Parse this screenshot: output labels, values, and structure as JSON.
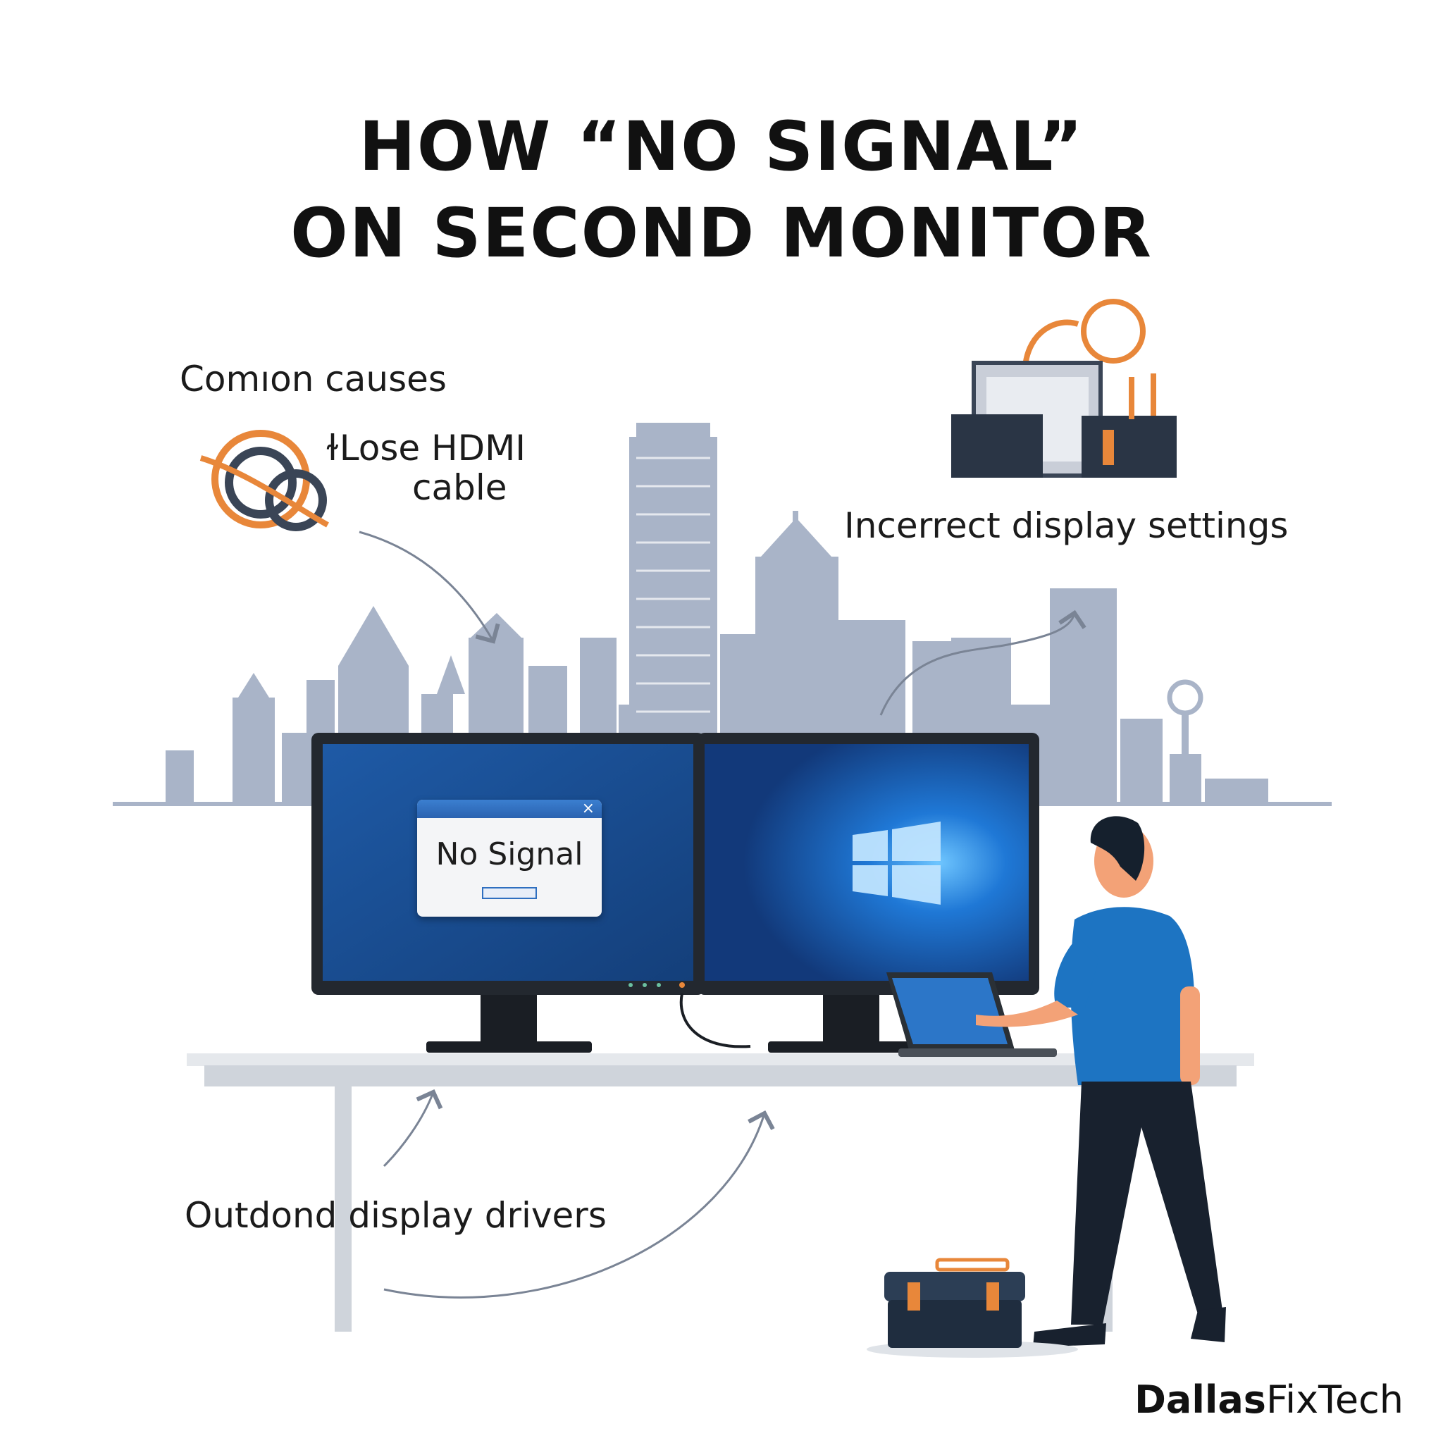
{
  "title": {
    "line1": "HOW “NO SIGNAL”",
    "line2": "ON SECOND MONITOR"
  },
  "causes": {
    "heading": "Comıon causes",
    "loose_cable_line1": "ɫLose HDMI",
    "loose_cable_line2": "cable",
    "display_settings": "Incerrect display settings",
    "drivers": "Outdond display drivers"
  },
  "dialog": {
    "message": "No Signal",
    "close_glyph": "×"
  },
  "brand": {
    "bold": "Dallas",
    "rest": "FixTech"
  },
  "colors": {
    "accent_orange": "#e8873a",
    "skyline": "#a9b4c8",
    "screen_blue": "#1b4f93",
    "shirt_blue": "#1d74c2",
    "navy": "#1e2a3a"
  },
  "icons": [
    "cable-rings-icon",
    "toolbox-settings-icon",
    "windows-logo-icon",
    "toolbox-icon"
  ]
}
